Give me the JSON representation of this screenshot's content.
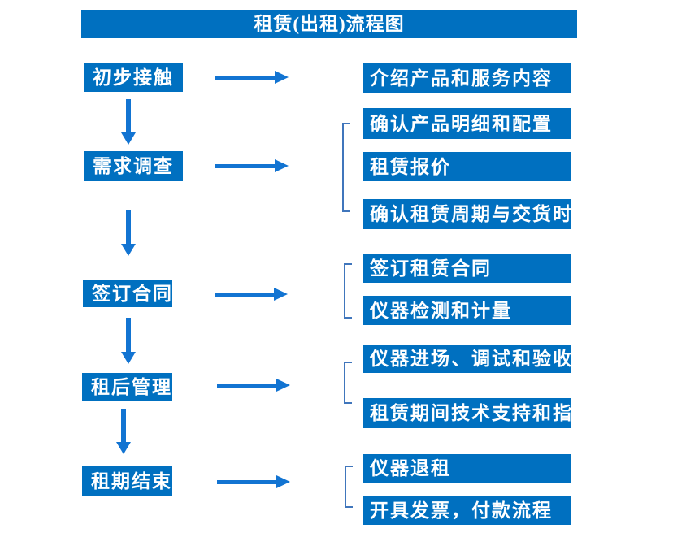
{
  "title": "租赁(出租)流程图",
  "colors": {
    "box_fill": "#0070C0",
    "arrow": "#1274D2",
    "bracket": "#4076BC",
    "text": "#FFFFFF",
    "background": "#FFFFFF"
  },
  "flow": [
    {
      "step": "初步接触",
      "details": [
        "介绍产品和服务内容"
      ]
    },
    {
      "step": "需求调查",
      "details": [
        "确认产品明细和配置",
        "租赁报价",
        "确认租赁周期与交货时间"
      ]
    },
    {
      "step": "签订合同",
      "details": [
        "签订租赁合同",
        "仪器检测和计量"
      ]
    },
    {
      "step": "租后管理",
      "details": [
        "仪器进场、调试和验收",
        "租赁期间技术支持和指导"
      ]
    },
    {
      "step": "租期结束",
      "details": [
        "仪器退租",
        "开具发票，付款流程"
      ]
    }
  ]
}
